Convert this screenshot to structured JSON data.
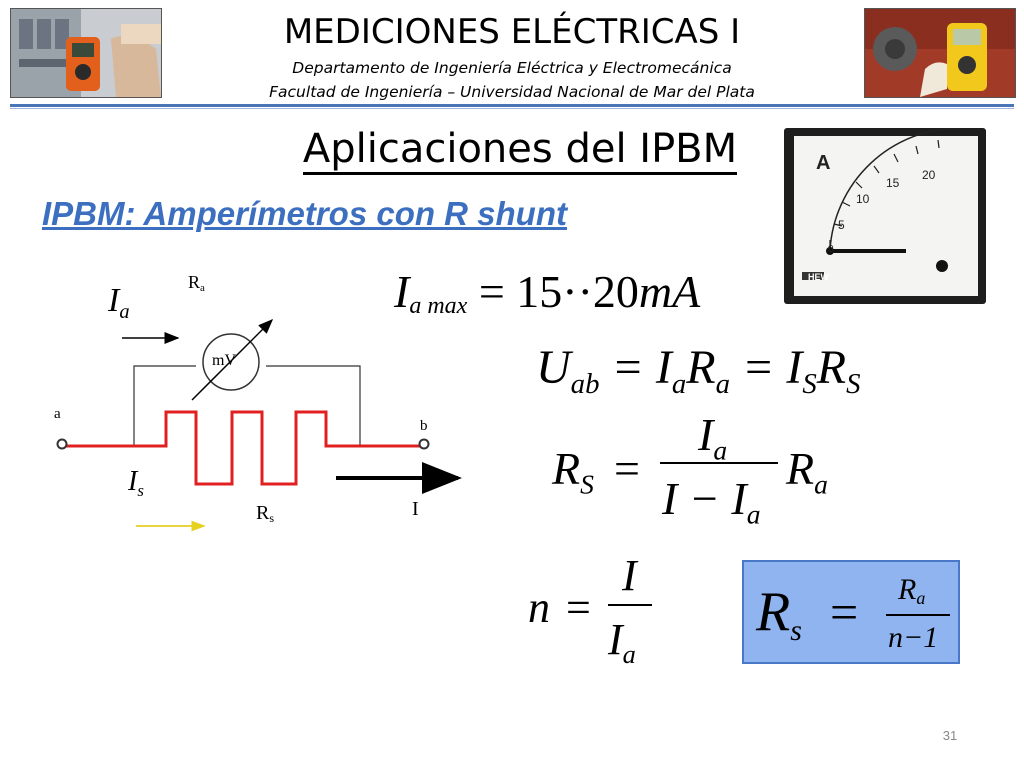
{
  "header": {
    "title": "MEDICIONES ELÉCTRICAS I",
    "department": "Departamento de Ingeniería Eléctrica y Electromecánica",
    "faculty": "Facultad de Ingeniería – Universidad Nacional de Mar del Plata"
  },
  "slide": {
    "title": "Aplicaciones del IPBM",
    "subtitle": "IPBM: Amperímetros con R shunt",
    "page_number": "31"
  },
  "circuit": {
    "label_Ia": "I",
    "label_Ia_sub": "a",
    "label_Ra": "R",
    "label_Ra_sub": "a",
    "meter_label": "mV",
    "node_a": "a",
    "node_b": "b",
    "label_Is": "I",
    "label_Is_sub": "s",
    "label_Rs": "R",
    "label_Rs_sub": "s",
    "label_I": "I"
  },
  "equations": {
    "eq1": {
      "lhs": "I",
      "lhs_sub": "a max",
      "rhs": "= 15··20",
      "unit": "mA"
    },
    "eq2": {
      "U": "U",
      "U_sub": "ab",
      "t1": "= I",
      "t1_sub": "a",
      "t2": "R",
      "t2_sub": "a",
      "t3": "= I",
      "t3_sub": "S",
      "t4": "R",
      "t4_sub": "S"
    },
    "eq3": {
      "lhs": "R",
      "lhs_sub": "S",
      "eq": "=",
      "num": "I",
      "num_sub": "a",
      "den": "I − I",
      "den_sub": "a",
      "rhs": "R",
      "rhs_sub": "a"
    },
    "eq4": {
      "lhs": "n",
      "eq": "=",
      "num": "I",
      "den": "I",
      "den_sub": "a"
    },
    "result": {
      "lhs": "R",
      "lhs_sub": "s",
      "eq": "=",
      "num": "R",
      "num_sub": "a",
      "den": "n−1"
    }
  },
  "colors": {
    "accent": "#3c6fc0",
    "shunt": "#e02020",
    "box": "#8fb4f0",
    "rule": "#4a76b8",
    "yellow_arrow": "#e6d020"
  }
}
